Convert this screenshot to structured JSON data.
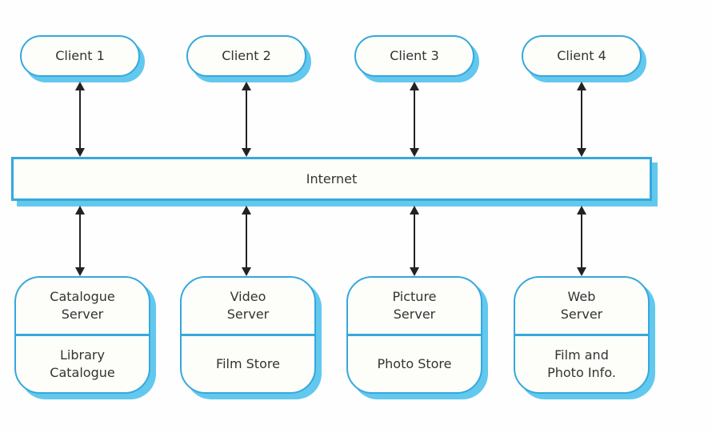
{
  "diagram_title": "client-server-architecture",
  "clients": [
    {
      "label": "Client 1"
    },
    {
      "label": "Client 2"
    },
    {
      "label": "Client 3"
    },
    {
      "label": "Client 4"
    }
  ],
  "internet": {
    "label": "Internet"
  },
  "servers": [
    {
      "name": "Catalogue\nServer",
      "store": "Library\nCatalogue"
    },
    {
      "name": "Video\nServer",
      "store": "Film Store"
    },
    {
      "name": "Picture\nServer",
      "store": "Photo Store"
    },
    {
      "name": "Web\nServer",
      "store": "Film and\nPhoto Info."
    }
  ],
  "colors": {
    "box_border": "#35a8dd",
    "box_shadow": "#62c8ee",
    "box_fill": "#fdfdf9",
    "text": "#333333",
    "arrow": "#222222"
  }
}
